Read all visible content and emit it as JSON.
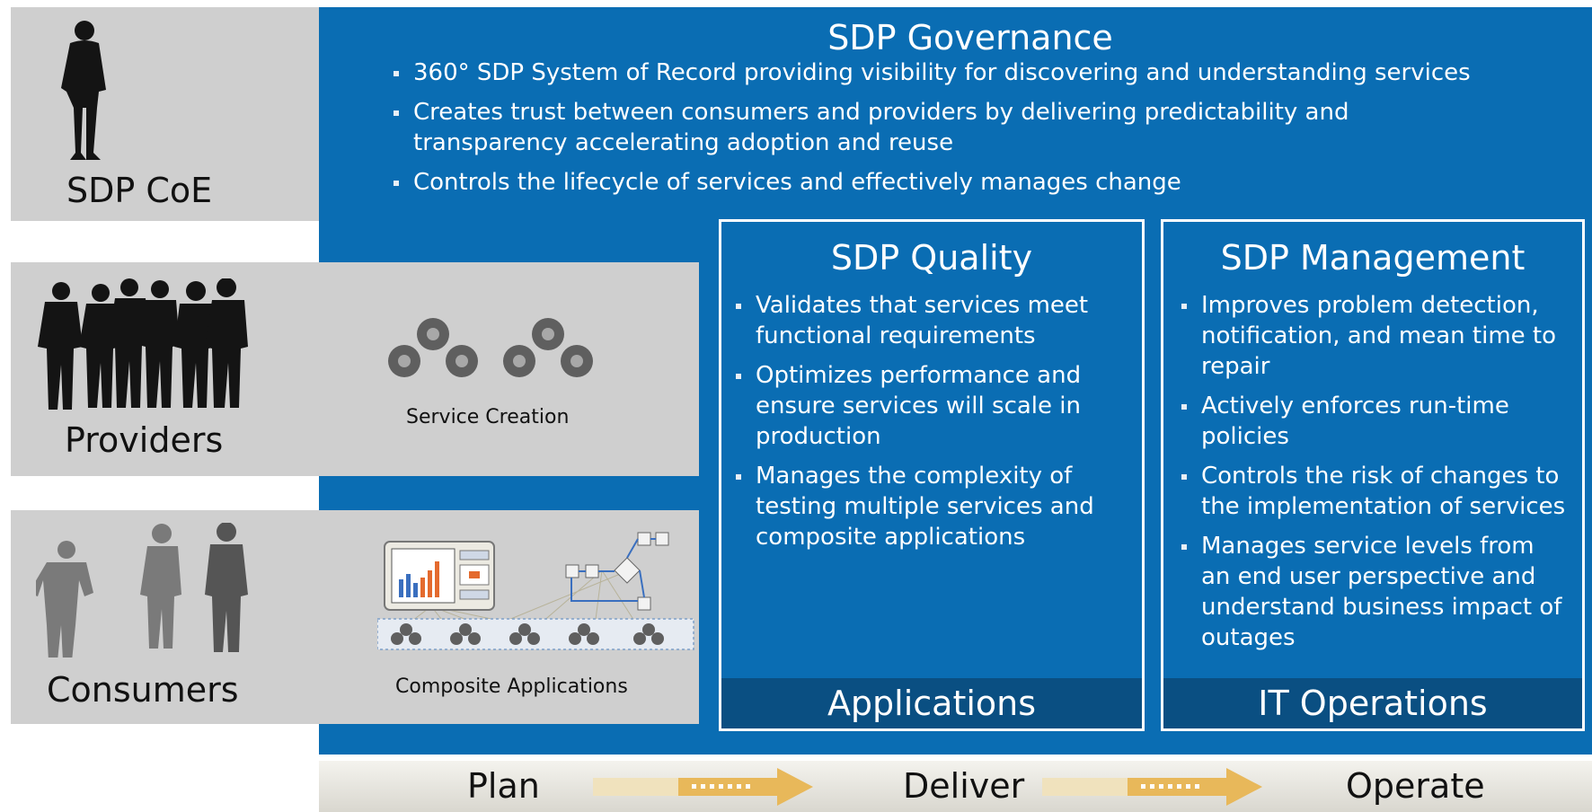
{
  "roles": {
    "coe": "SDP CoE",
    "providers": "Providers",
    "consumers": "Consumers"
  },
  "governance": {
    "title": "SDP Governance",
    "bullets": [
      "360° SDP System of Record providing  visibility for discovering and understanding services",
      "Creates trust between consumers and providers by delivering predictability and transparency accelerating adoption and reuse",
      "Controls the lifecycle of services and effectively manages change"
    ]
  },
  "service_creation": "Service Creation",
  "composite_applications": "Composite Applications",
  "quality": {
    "title": "SDP Quality",
    "bullets": [
      "Validates that services meet functional requirements",
      "Optimizes performance and ensure services will scale in production",
      "Manages the complexity of testing multiple services and composite applications"
    ],
    "footer": "Applications"
  },
  "management": {
    "title": "SDP Management",
    "bullets": [
      "Improves problem detection, notification, and mean time to repair",
      "Actively enforces run-time policies",
      "Controls the risk of changes to the implementation of services",
      "Manages service levels from an end user perspective and understand business impact of outages"
    ],
    "footer": "IT Operations"
  },
  "phases": [
    "Plan",
    "Deliver",
    "Operate"
  ],
  "colors": {
    "panel": "#0a6db3",
    "footer_band": "#0a4f82",
    "gray_band": "#cfcfcf",
    "arrow": "#e8b85a"
  }
}
